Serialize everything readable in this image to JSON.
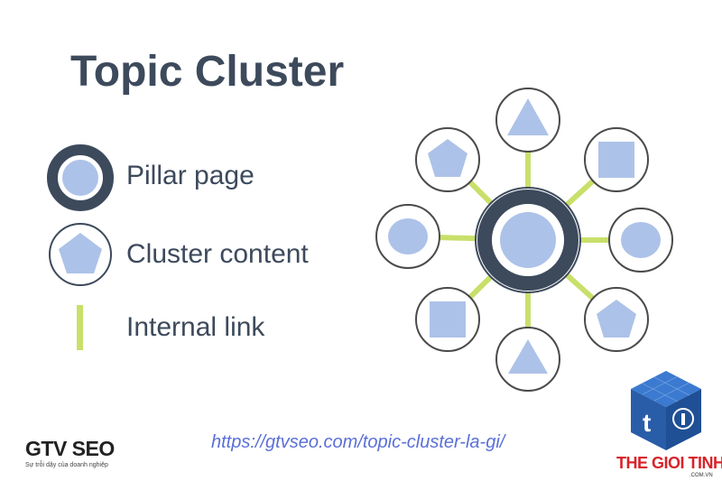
{
  "title": "Topic Cluster",
  "legend": {
    "pillar_label": "Pillar page",
    "cluster_label": "Cluster content",
    "link_label": "Internal link"
  },
  "url": "https://gtvseo.com/topic-cluster-la-gi/",
  "logos": {
    "gtv_name": "GTV SEO",
    "gtv_tagline": "Sự trỗi dậy của doanh nghiệp",
    "tgth_name": "THE GIOI TINHOC",
    "tgth_domain": ".COM.VN"
  },
  "colors": {
    "title_text": "#3d4a5c",
    "pillar_ring": "#3d4a5c",
    "shape_fill": "#adc2e8",
    "link": "#c8e06a",
    "url_text": "#5a6fd8",
    "tgth_red": "#d8232a",
    "tgth_cube": "#2f67b3"
  },
  "diagram": {
    "center": "pillar",
    "satellites": [
      {
        "position": "top",
        "shape": "triangle"
      },
      {
        "position": "top-right",
        "shape": "square"
      },
      {
        "position": "right",
        "shape": "circle"
      },
      {
        "position": "bottom-right",
        "shape": "pentagon"
      },
      {
        "position": "bottom",
        "shape": "triangle"
      },
      {
        "position": "bottom-left",
        "shape": "square"
      },
      {
        "position": "left",
        "shape": "circle"
      },
      {
        "position": "top-left",
        "shape": "pentagon"
      }
    ]
  }
}
